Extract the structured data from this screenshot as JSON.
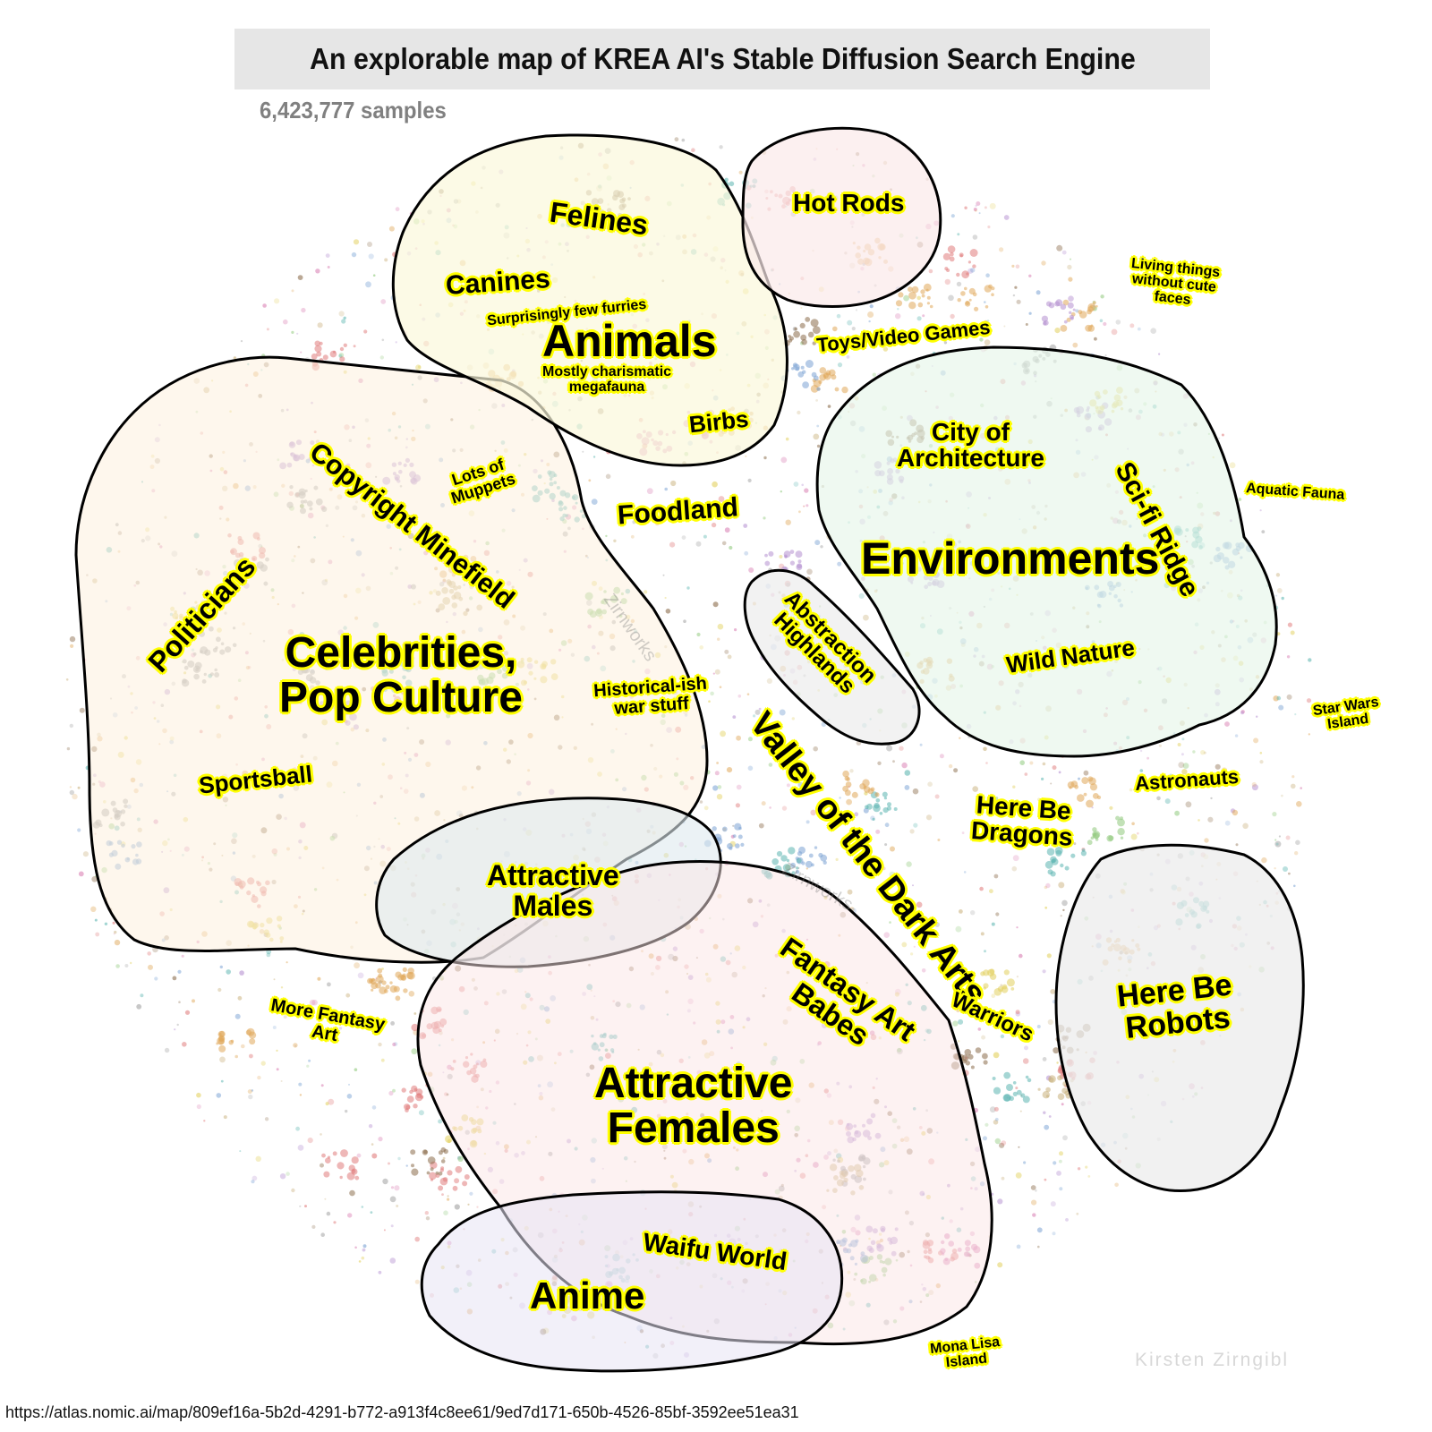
{
  "header": {
    "title": "An explorable map of KREA AI's Stable Diffusion Search Engine",
    "subtitle": "6,423,777 samples"
  },
  "footer": {
    "url": "https://atlas.nomic.ai/map/809ef16a-5b2d-4291-b772-a913f4c8ee61/9ed7d171-650b-4526-85bf-3592ee51ea31",
    "credit": "Kirsten Zirngibl"
  },
  "watermark": "Zirnworks",
  "colors": {
    "label_highlight": "#ffff00",
    "region_outline": "#000000",
    "animals_fill": "#fbf8dc",
    "celebrities_fill": "#fdf1df",
    "hot_rods_fill": "#fbe9ea",
    "environments_fill": "#e6f6ea",
    "abstraction_fill": "#ececec",
    "attractive_males_fill": "#dde9ee",
    "attractive_females_fill": "#fbe6e6",
    "anime_fill": "#e7e4f4",
    "robots_fill": "#ececec"
  },
  "labels": {
    "animals": "Animals",
    "felines": "Felines",
    "canines": "Canines",
    "furries": "Surprisingly few furries",
    "megafauna": [
      "Mostly charismatic",
      "megafauna"
    ],
    "birbs": "Birbs",
    "hot_rods": "Hot Rods",
    "toys": "Toys/Video Games",
    "living_things": [
      "Living things",
      "without cute",
      "faces"
    ],
    "aquatic": "Aquatic Fauna",
    "city": [
      "City of",
      "Architecture"
    ],
    "scifi": "Sci-fi Ridge",
    "environments": "Environments",
    "wild_nature": "Wild Nature",
    "abstraction": [
      "Abstraction",
      "Highlands"
    ],
    "star_wars": [
      "Star Wars",
      "Island"
    ],
    "astronauts": "Astronauts",
    "dragons": [
      "Here Be",
      "Dragons"
    ],
    "dark_arts": "Valley of the Dark Arts",
    "warriors": "Warriors",
    "robots": [
      "Here Be",
      "Robots"
    ],
    "foodland": "Foodland",
    "muppets": [
      "Lots of",
      "Muppets"
    ],
    "copyright": "Copyright Minefield",
    "politicians": "Politicians",
    "celebrities": [
      "Celebrities,",
      "Pop Culture"
    ],
    "sportsball": "Sportsball",
    "war_stuff": [
      "Historical-ish",
      "war stuff"
    ],
    "attractive_males": [
      "Attractive",
      "Males"
    ],
    "fantasy_babes": [
      "Fantasy Art",
      "Babes"
    ],
    "more_fantasy": [
      "More Fantasy",
      "Art"
    ],
    "attractive_females": [
      "Attractive",
      "Females"
    ],
    "waifu": "Waifu World",
    "anime": "Anime",
    "mona_lisa": [
      "Mona Lisa",
      "Island"
    ]
  }
}
